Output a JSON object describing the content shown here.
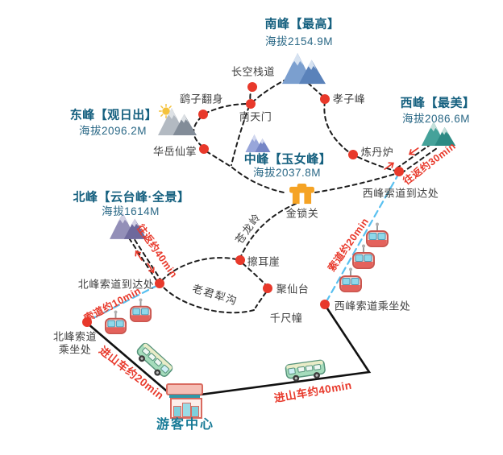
{
  "peaks": {
    "south": {
      "title": "南峰【最高】",
      "elevation": "海拔2154.9M"
    },
    "east": {
      "title": "东峰【观日出】",
      "elevation": "海拔2096.2M"
    },
    "west": {
      "title": "西峰【最美】",
      "elevation": "海拔2086.6M"
    },
    "middle": {
      "title": "中峰【玉女峰】",
      "elevation": "海拔2037.8M"
    },
    "north": {
      "title": "北峰【云台峰·全景】",
      "elevation": "海拔1614M"
    }
  },
  "places": {
    "changkong_zhandao": "长空栈道",
    "yaozi_fanshen": "鹞子翻身",
    "nantianmen": "南天门",
    "xiaozifeng": "孝子峰",
    "huayue_xianzhang": "华岳仙掌",
    "liandanlu": "炼丹炉",
    "jinsuoguan": "金锁关",
    "canglongling": "苍龙岭",
    "caerya": "擦耳崖",
    "juxiantai": "聚仙台",
    "qianchichuang": "千尺幢",
    "laojun_ligou": "老君犁沟",
    "north_cable_top": "北峰索道到达处",
    "west_cable_top": "西峰索道到达处",
    "west_cable_base": "西峰索道乘坐处",
    "north_cable_base_line1": "北峰索道",
    "north_cable_base_line2": "乘坐处",
    "visitor_center": "游客中心"
  },
  "route_labels": {
    "west_peak_walk": "往返约30min",
    "north_peak_walk": "往返约40min",
    "west_cableway": "索道约20min",
    "north_cableway": "索道约10min",
    "bus_to_north_cable": "进山车约20min",
    "bus_to_west_cable": "进山车约40min"
  },
  "colors": {
    "accent_red": "#e8392b",
    "title_teal": "#15607f",
    "cable_line_blue": "#58c0f0",
    "trail_black": "#1d1d1d",
    "gate_orange": "#f5a325",
    "bus_green": "#a5dcbc",
    "building_salmon": "#f5beb5",
    "window_teal": "#8fd8ea"
  },
  "icons": {
    "mountain-icon": "twin-peak mountain with snow caps",
    "sun-icon": "yellow sun",
    "gate-icon": "orange pass gate",
    "cable-car-icon": "gondola cabin hanging from pole",
    "shuttle-bus-icon": "green shuttle minibus",
    "visitor-center-icon": "salmon building with awning",
    "waypoint-dot": "red circle marker",
    "direction-arrow-icon": "small red arrow"
  }
}
